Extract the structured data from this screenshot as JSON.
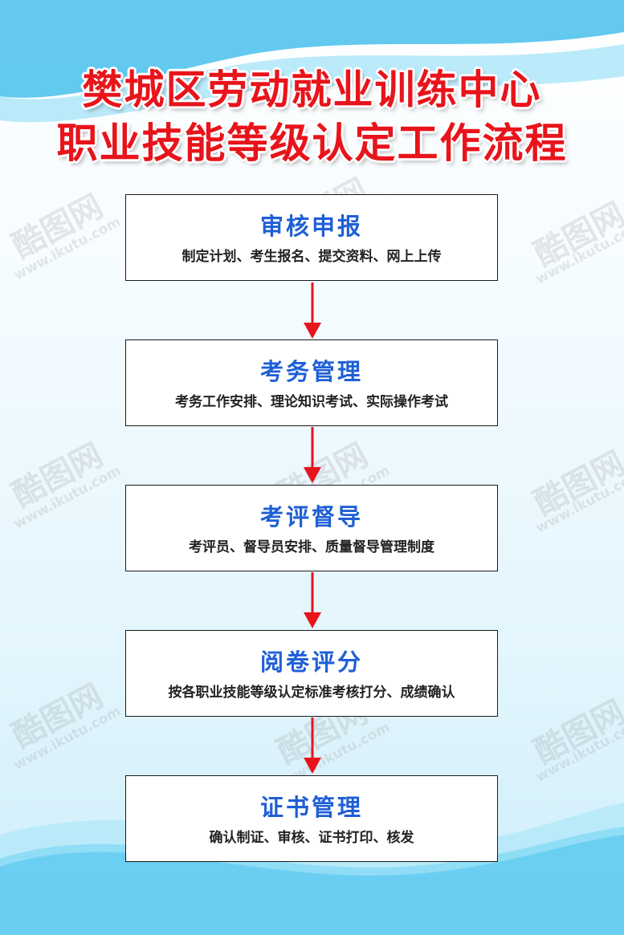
{
  "title": {
    "line1": "樊城区劳动就业训练中心",
    "line2": "职业技能等级认定工作流程"
  },
  "steps": [
    {
      "title": "审核申报",
      "desc": "制定计划、考生报名、提交资料、网上上传"
    },
    {
      "title": "考务管理",
      "desc": "考务工作安排、理论知识考试、实际操作考试"
    },
    {
      "title": "考评督导",
      "desc": "考评员、督导员安排、质量督导管理制度"
    },
    {
      "title": "阅卷评分",
      "desc": "按各职业技能等级认定标准考核打分、成绩确认"
    },
    {
      "title": "证书管理",
      "desc": "确认制证、审核、证书打印、核发"
    }
  ],
  "watermark": {
    "brand": "酷图网",
    "url": "www.ikutu.com"
  },
  "colors": {
    "title": "#e8141b",
    "step_title": "#1f5fd6",
    "arrow": "#e8141b",
    "wave": "#29b6e8"
  }
}
